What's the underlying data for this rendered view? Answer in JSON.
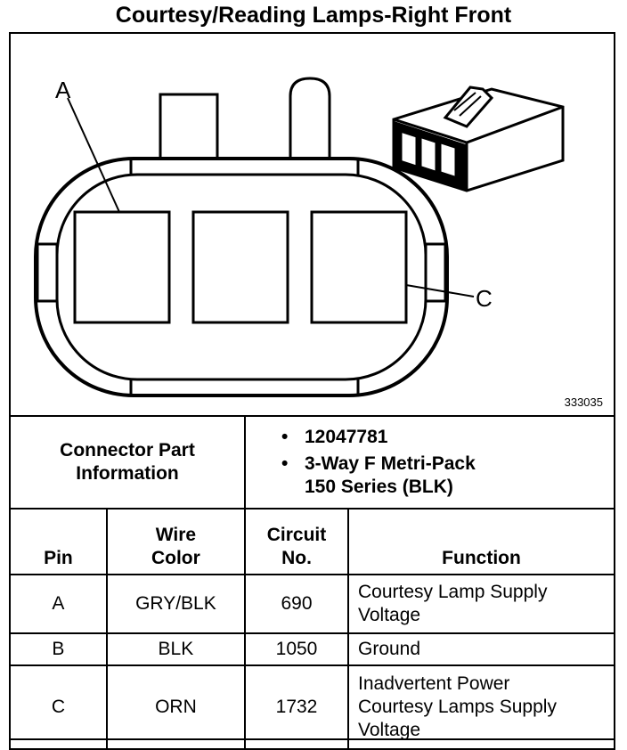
{
  "title": "Courtesy/Reading Lamps-Right Front",
  "diagram": {
    "figure_id": "333035",
    "callout_a": "A",
    "callout_c": "C"
  },
  "connector_info": {
    "label_line1": "Connector Part",
    "label_line2": "Information",
    "items": [
      {
        "line1": "12047781",
        "line2": ""
      },
      {
        "line1": "3-Way F Metri-Pack",
        "line2": "150 Series (BLK)"
      }
    ]
  },
  "table": {
    "headers": {
      "pin": "Pin",
      "wire_line1": "Wire",
      "wire_line2": "Color",
      "circuit_line1": "Circuit",
      "circuit_line2": "No.",
      "function": "Function"
    },
    "rows": [
      {
        "pin": "A",
        "wire": "GRY/BLK",
        "circuit": "690",
        "function_lines": [
          "Courtesy Lamp Supply",
          "Voltage"
        ]
      },
      {
        "pin": "B",
        "wire": "BLK",
        "circuit": "1050",
        "function_lines": [
          "Ground"
        ]
      },
      {
        "pin": "C",
        "wire": "ORN",
        "circuit": "1732",
        "function_lines": [
          "Inadvertent Power",
          "Courtesy Lamps Supply",
          "Voltage"
        ]
      }
    ]
  }
}
